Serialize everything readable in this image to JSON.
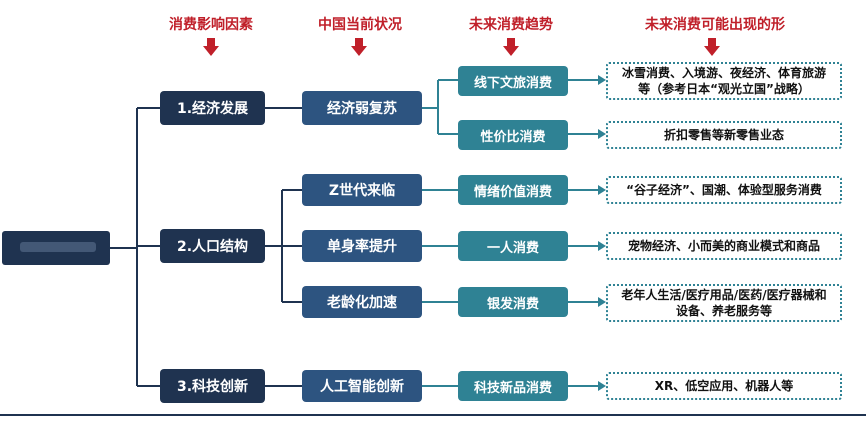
{
  "headers": {
    "col1": "消费影响因素",
    "col2": "中国当前状况",
    "col3": "未来消费趋势",
    "col4": "未来消费可能出现的形"
  },
  "factors": [
    {
      "label": "1.经济发展"
    },
    {
      "label": "2.人口结构"
    },
    {
      "label": "3.科技创新"
    }
  ],
  "conditions": [
    {
      "label": "经济弱复苏"
    },
    {
      "label": "Z世代来临"
    },
    {
      "label": "单身率提升"
    },
    {
      "label": "老龄化加速"
    },
    {
      "label": "人工智能创新"
    }
  ],
  "trends": [
    {
      "label": "线下文旅消费"
    },
    {
      "label": "性价比消费"
    },
    {
      "label": "情绪价值消费"
    },
    {
      "label": "一人消费"
    },
    {
      "label": "银发消费"
    },
    {
      "label": "科技新品消费"
    }
  ],
  "forms": [
    {
      "line1": "冰雪消费、入境游、夜经济、体育旅游",
      "line2": "等（参考日本“观光立国”战略）"
    },
    {
      "line1": "折扣零售等新零售业态",
      "line2": ""
    },
    {
      "line1": "“谷子经济”、国潮、体验型服务消费",
      "line2": ""
    },
    {
      "line1": "宠物经济、小而美的商业模式和商品",
      "line2": ""
    },
    {
      "line1": "老年人生活/医疗用品/医药/医疗器械和",
      "line2": "设备、养老服务等"
    },
    {
      "line1": "XR、低空应用、机器人等",
      "line2": ""
    }
  ],
  "colors": {
    "header_red": "#c0202a",
    "dark_navy": "#1f3350",
    "mid_blue": "#2d5480",
    "teal": "#2f8294"
  }
}
